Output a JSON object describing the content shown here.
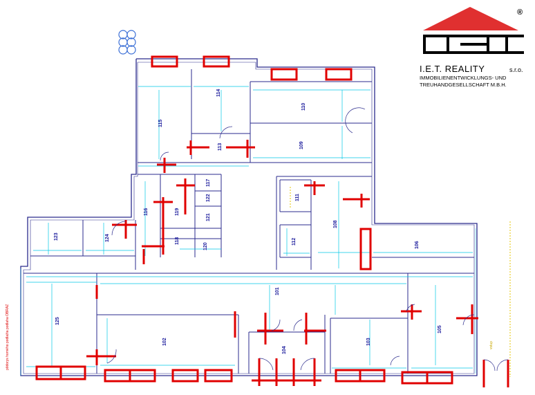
{
  "logo": {
    "registered": "®",
    "company": "I.E.T. REALITY",
    "legal_form": "s.r.o.",
    "line1": "IMMOBILIENENTWICKLUNGS- UND",
    "line2": "TREUHANDGESELLSCHAFT M.B.H.",
    "roof_color": "#e03030",
    "mark_color": "#000000"
  },
  "plan": {
    "wall_color": "#2a2a8c",
    "dimension_color": "#00c8e6",
    "opening_color": "#e00000",
    "rooms": [
      {
        "id": "101",
        "label": "101"
      },
      {
        "id": "102",
        "label": "102"
      },
      {
        "id": "103",
        "label": "103"
      },
      {
        "id": "104",
        "label": "104"
      },
      {
        "id": "105",
        "label": "105"
      },
      {
        "id": "106",
        "label": "106"
      },
      {
        "id": "108",
        "label": "108"
      },
      {
        "id": "109",
        "label": "109"
      },
      {
        "id": "110",
        "label": "110"
      },
      {
        "id": "111",
        "label": "111"
      },
      {
        "id": "112",
        "label": "112"
      },
      {
        "id": "113",
        "label": "113"
      },
      {
        "id": "114",
        "label": "114"
      },
      {
        "id": "115",
        "label": "115"
      },
      {
        "id": "116",
        "label": "116"
      },
      {
        "id": "117",
        "label": "117"
      },
      {
        "id": "118",
        "label": "118"
      },
      {
        "id": "119",
        "label": "119"
      },
      {
        "id": "120",
        "label": "120"
      },
      {
        "id": "121",
        "label": "121"
      },
      {
        "id": "122",
        "label": "122"
      },
      {
        "id": "123",
        "label": "123"
      },
      {
        "id": "124",
        "label": "124"
      },
      {
        "id": "125",
        "label": "125"
      }
    ],
    "side_note": "pôdorys horného podlažia podlaha OBRAZ",
    "entrance_note": "vstup"
  }
}
